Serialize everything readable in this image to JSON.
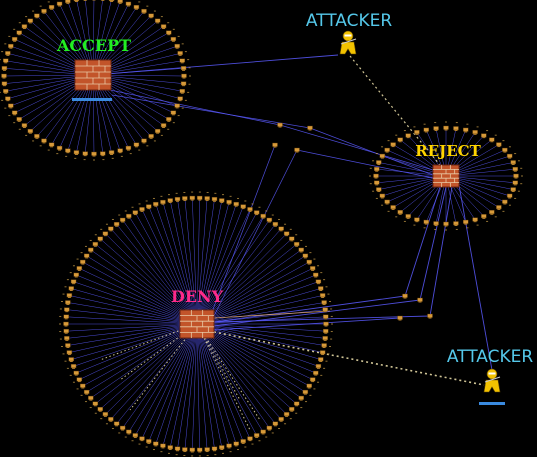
{
  "labels": {
    "accept": "ACCEPT",
    "reject": "REJECT",
    "deny": "DENY",
    "attacker_top": "ATTACKER",
    "attacker_bottom": "ATTACKER"
  },
  "colors": {
    "background": "#000000",
    "accept": "#22ee22",
    "reject": "#ffd400",
    "deny": "#ff2a8a",
    "attacker": "#55c8ea",
    "edge": "#5a5aff",
    "attack_edge": "#f4e7b0",
    "firewall_brick": "#c2542a",
    "mortar": "#e8c9a6",
    "host": "#d79a3a"
  },
  "groups": [
    {
      "id": "accept",
      "hosts": 64
    },
    {
      "id": "reject",
      "hosts": 44
    },
    {
      "id": "deny",
      "hosts": 110
    }
  ],
  "icons": {
    "firewall": "brick-wall-icon",
    "host": "computer-icon",
    "attacker": "ninja-icon"
  }
}
